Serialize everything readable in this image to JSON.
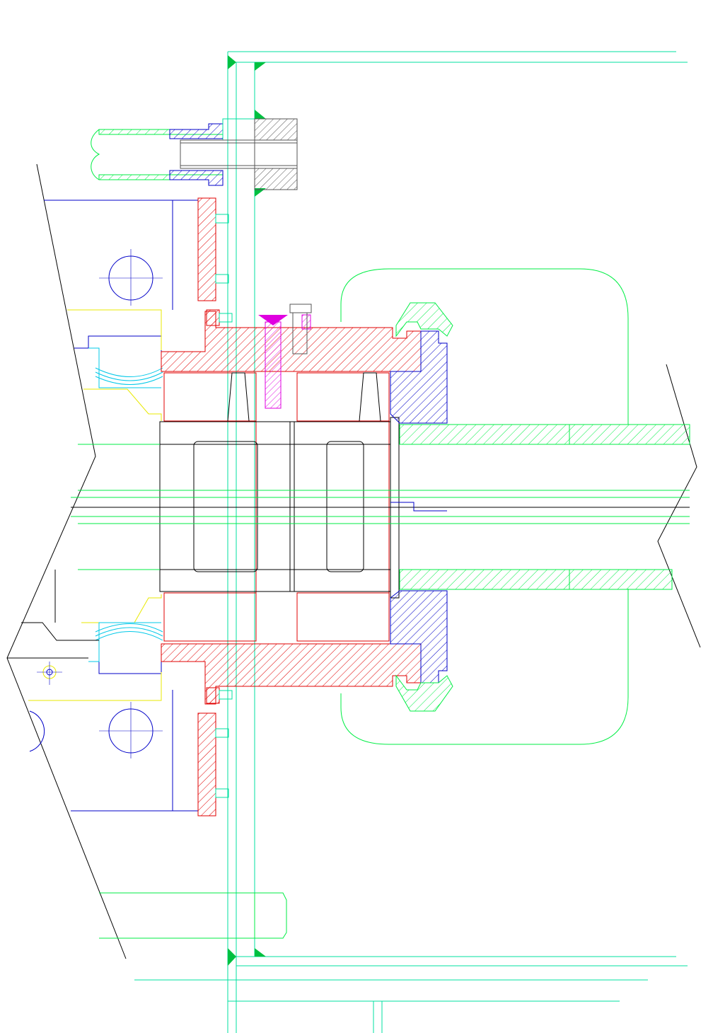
{
  "drawing": {
    "kind": "mechanical-cad-section",
    "background": "#ffffff",
    "colors": {
      "green": "#00ee44",
      "cyan": "#00e0a0",
      "red": "#e00000",
      "blue": "#0000c8",
      "yellow": "#e8e800",
      "magenta": "#e000e0",
      "black": "#000000",
      "gray": "#555555",
      "green_fill": "#00c040"
    },
    "hatch_patterns": [
      "red-hatch",
      "green-hatch",
      "blue-hatch",
      "gray-hatch",
      "magenta-hatch"
    ],
    "text_labels": []
  }
}
